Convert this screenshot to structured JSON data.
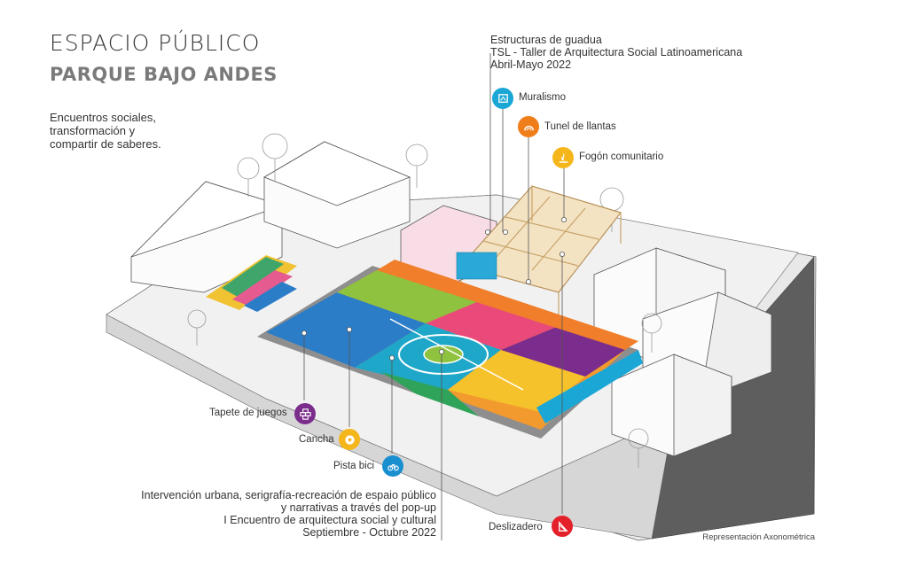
{
  "title": "ESPACIO PÚBLICO",
  "subtitle": "PARQUE BAJO ANDES",
  "intro": [
    "Encuentros sociales,",
    "transformación y",
    "compartir de saberes."
  ],
  "credits": [
    "Estructuras de guadua",
    "TSL - Taller de Arquitectura Social Latinoamericana",
    "Abril-Mayo 2022"
  ],
  "callouts": {
    "muralismo": {
      "label": "Muralismo",
      "color": "#1aa7d6",
      "icon": "mural-icon"
    },
    "tunel": {
      "label": "Tunel de llantas",
      "color": "#ef7d1a",
      "icon": "tunnel-icon"
    },
    "fogon": {
      "label": "Fogón comunitario",
      "color": "#f5b61c",
      "icon": "fire-icon"
    },
    "tapete": {
      "label": "Tapete de juegos",
      "color": "#7b2d8c",
      "icon": "hopscotch-icon"
    },
    "cancha": {
      "label": "Cancha",
      "color": "#f5b61c",
      "icon": "ball-icon"
    },
    "bici": {
      "label": "Pista bici",
      "color": "#1a8fd0",
      "icon": "bike-icon"
    },
    "deslizadero": {
      "label": "Deslizadero",
      "color": "#e4212a",
      "icon": "slide-icon"
    }
  },
  "bottom_text": [
    "Intervención urbana, serigrafía-recreación de espaio público",
    "y narrativas a través del pop-up",
    "I Encuentro de arquitectura social y cultural",
    "Septiembre - Octubre 2022"
  ],
  "representation": "Representación Axonométrica"
}
